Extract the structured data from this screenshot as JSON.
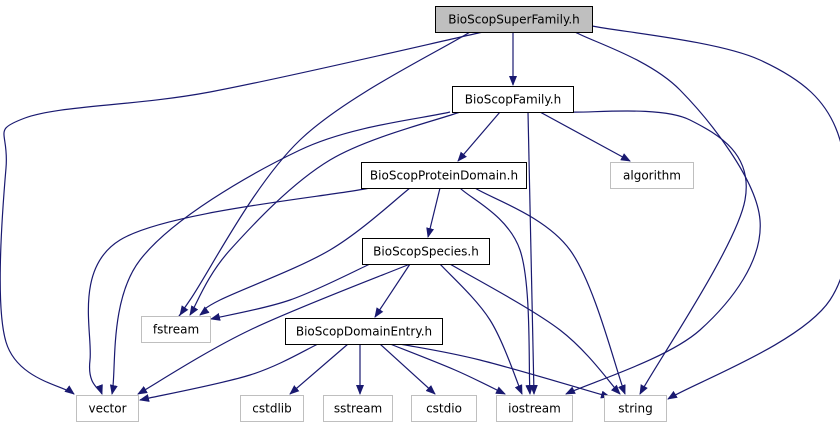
{
  "colors": {
    "edge": "#191970",
    "root_fill": "#bfbfbf",
    "node_border": "#000000",
    "external_border": "#bfbfbf",
    "node_fill": "#ffffff"
  },
  "nodes": [
    {
      "id": "superfamily",
      "label": "BioScopSuperFamily.h",
      "kind": "root"
    },
    {
      "id": "family",
      "label": "BioScopFamily.h",
      "kind": "header"
    },
    {
      "id": "proteindomain",
      "label": "BioScopProteinDomain.h",
      "kind": "header"
    },
    {
      "id": "algorithm",
      "label": "algorithm",
      "kind": "external"
    },
    {
      "id": "species",
      "label": "BioScopSpecies.h",
      "kind": "header"
    },
    {
      "id": "fstream",
      "label": "fstream",
      "kind": "external"
    },
    {
      "id": "domainentry",
      "label": "BioScopDomainEntry.h",
      "kind": "header"
    },
    {
      "id": "vector",
      "label": "vector",
      "kind": "external"
    },
    {
      "id": "cstdlib",
      "label": "cstdlib",
      "kind": "external"
    },
    {
      "id": "sstream",
      "label": "sstream",
      "kind": "external"
    },
    {
      "id": "cstdio",
      "label": "cstdio",
      "kind": "external"
    },
    {
      "id": "iostream",
      "label": "iostream",
      "kind": "external"
    },
    {
      "id": "string",
      "label": "string",
      "kind": "external"
    }
  ],
  "edges": [
    {
      "from": "superfamily",
      "to": "family"
    },
    {
      "from": "superfamily",
      "to": "vector"
    },
    {
      "from": "superfamily",
      "to": "fstream"
    },
    {
      "from": "superfamily",
      "to": "iostream"
    },
    {
      "from": "superfamily",
      "to": "string"
    },
    {
      "from": "family",
      "to": "proteindomain"
    },
    {
      "from": "family",
      "to": "algorithm"
    },
    {
      "from": "family",
      "to": "vector"
    },
    {
      "from": "family",
      "to": "fstream"
    },
    {
      "from": "family",
      "to": "iostream"
    },
    {
      "from": "family",
      "to": "string"
    },
    {
      "from": "proteindomain",
      "to": "species"
    },
    {
      "from": "proteindomain",
      "to": "vector"
    },
    {
      "from": "proteindomain",
      "to": "fstream"
    },
    {
      "from": "proteindomain",
      "to": "iostream"
    },
    {
      "from": "proteindomain",
      "to": "string"
    },
    {
      "from": "species",
      "to": "domainentry"
    },
    {
      "from": "species",
      "to": "fstream"
    },
    {
      "from": "species",
      "to": "vector"
    },
    {
      "from": "species",
      "to": "iostream"
    },
    {
      "from": "species",
      "to": "string"
    },
    {
      "from": "domainentry",
      "to": "vector"
    },
    {
      "from": "domainentry",
      "to": "cstdlib"
    },
    {
      "from": "domainentry",
      "to": "sstream"
    },
    {
      "from": "domainentry",
      "to": "cstdio"
    },
    {
      "from": "domainentry",
      "to": "iostream"
    },
    {
      "from": "domainentry",
      "to": "string"
    }
  ]
}
